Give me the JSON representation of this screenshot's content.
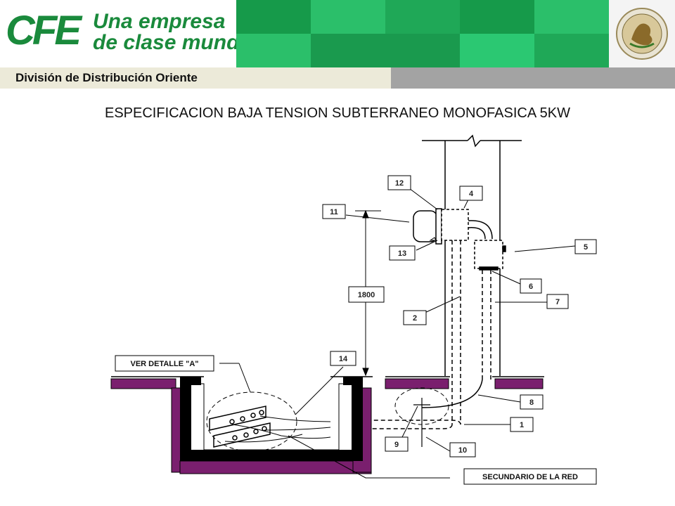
{
  "header": {
    "logo_text": "CFE",
    "tagline_1": "Una empresa",
    "tagline_2": "de clase mundial",
    "division": "División de Distribución Oriente"
  },
  "title": "ESPECIFICACION BAJA TENSION SUBTERRANEO MONOFASICA 5KW",
  "diagram": {
    "callouts": [
      "12",
      "4",
      "11",
      "5",
      "13",
      "6",
      "7",
      "2",
      "1800",
      "14",
      "8",
      "1",
      "9",
      "10"
    ],
    "detail_label": "VER DETALLE \"A\"",
    "secondary_label": "SECUNDARIO DE LA RED"
  },
  "colors": {
    "brand_green": "#1a8a3c",
    "concrete_purple": "#7a1f6e",
    "division_bar": "#ecead9"
  }
}
